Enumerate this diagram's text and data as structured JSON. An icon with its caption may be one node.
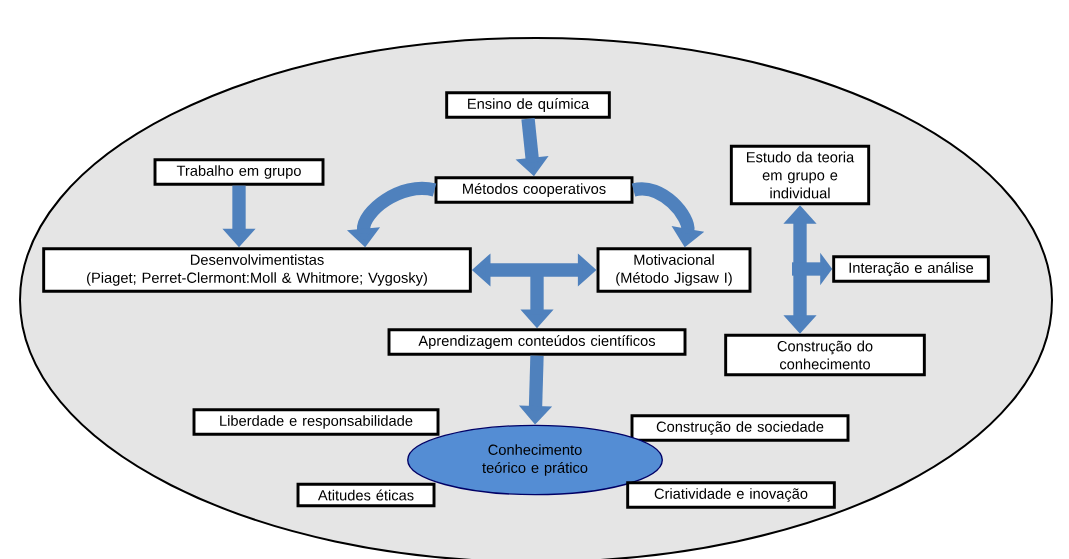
{
  "diagram": {
    "nodes": [
      {
        "text": [
          "Ensino de química"
        ]
      },
      {
        "text": [
          "Trabalho em grupo"
        ]
      },
      {
        "text": [
          "Métodos cooperativos"
        ]
      },
      {
        "text": [
          "Estudo da teoria em grupo e individual"
        ]
      },
      {
        "text": [
          "Desenvolvimentistas",
          "(Piaget; Perret-Clermont:Moll & Whitmore; Vygosky)"
        ]
      },
      {
        "text": [
          "Motivacional",
          "(Método Jigsaw I)"
        ]
      },
      {
        "text": [
          "Interação e análise"
        ]
      },
      {
        "text": [
          "Aprendizagem conteúdos científicos"
        ]
      },
      {
        "text": [
          "Construção do conhecimento"
        ]
      },
      {
        "text": [
          "Liberdade e responsabilidade"
        ]
      },
      {
        "text": [
          "Construção de sociedade"
        ]
      },
      {
        "text": [
          "Conhecimento teórico e prático"
        ]
      },
      {
        "text": [
          "Atitudes éticas"
        ]
      },
      {
        "text": [
          "Criatividade e inovação"
        ]
      }
    ],
    "edges": [
      {
        "from": 0,
        "to": 2,
        "arrow": "to"
      },
      {
        "from": 1,
        "to": 4,
        "arrow": "to"
      },
      {
        "from": 2,
        "to": 4,
        "arrow": "to"
      },
      {
        "from": 2,
        "to": 5,
        "arrow": "to"
      },
      {
        "from": 4,
        "to": 5,
        "arrow": "both"
      },
      {
        "from": null,
        "to": 7,
        "arrow": "to"
      },
      {
        "from": 3,
        "to": 8,
        "arrow": "both"
      },
      {
        "from": null,
        "to": 6,
        "arrow": "to"
      },
      {
        "from": 7,
        "to": 11,
        "arrow": "to"
      }
    ]
  }
}
